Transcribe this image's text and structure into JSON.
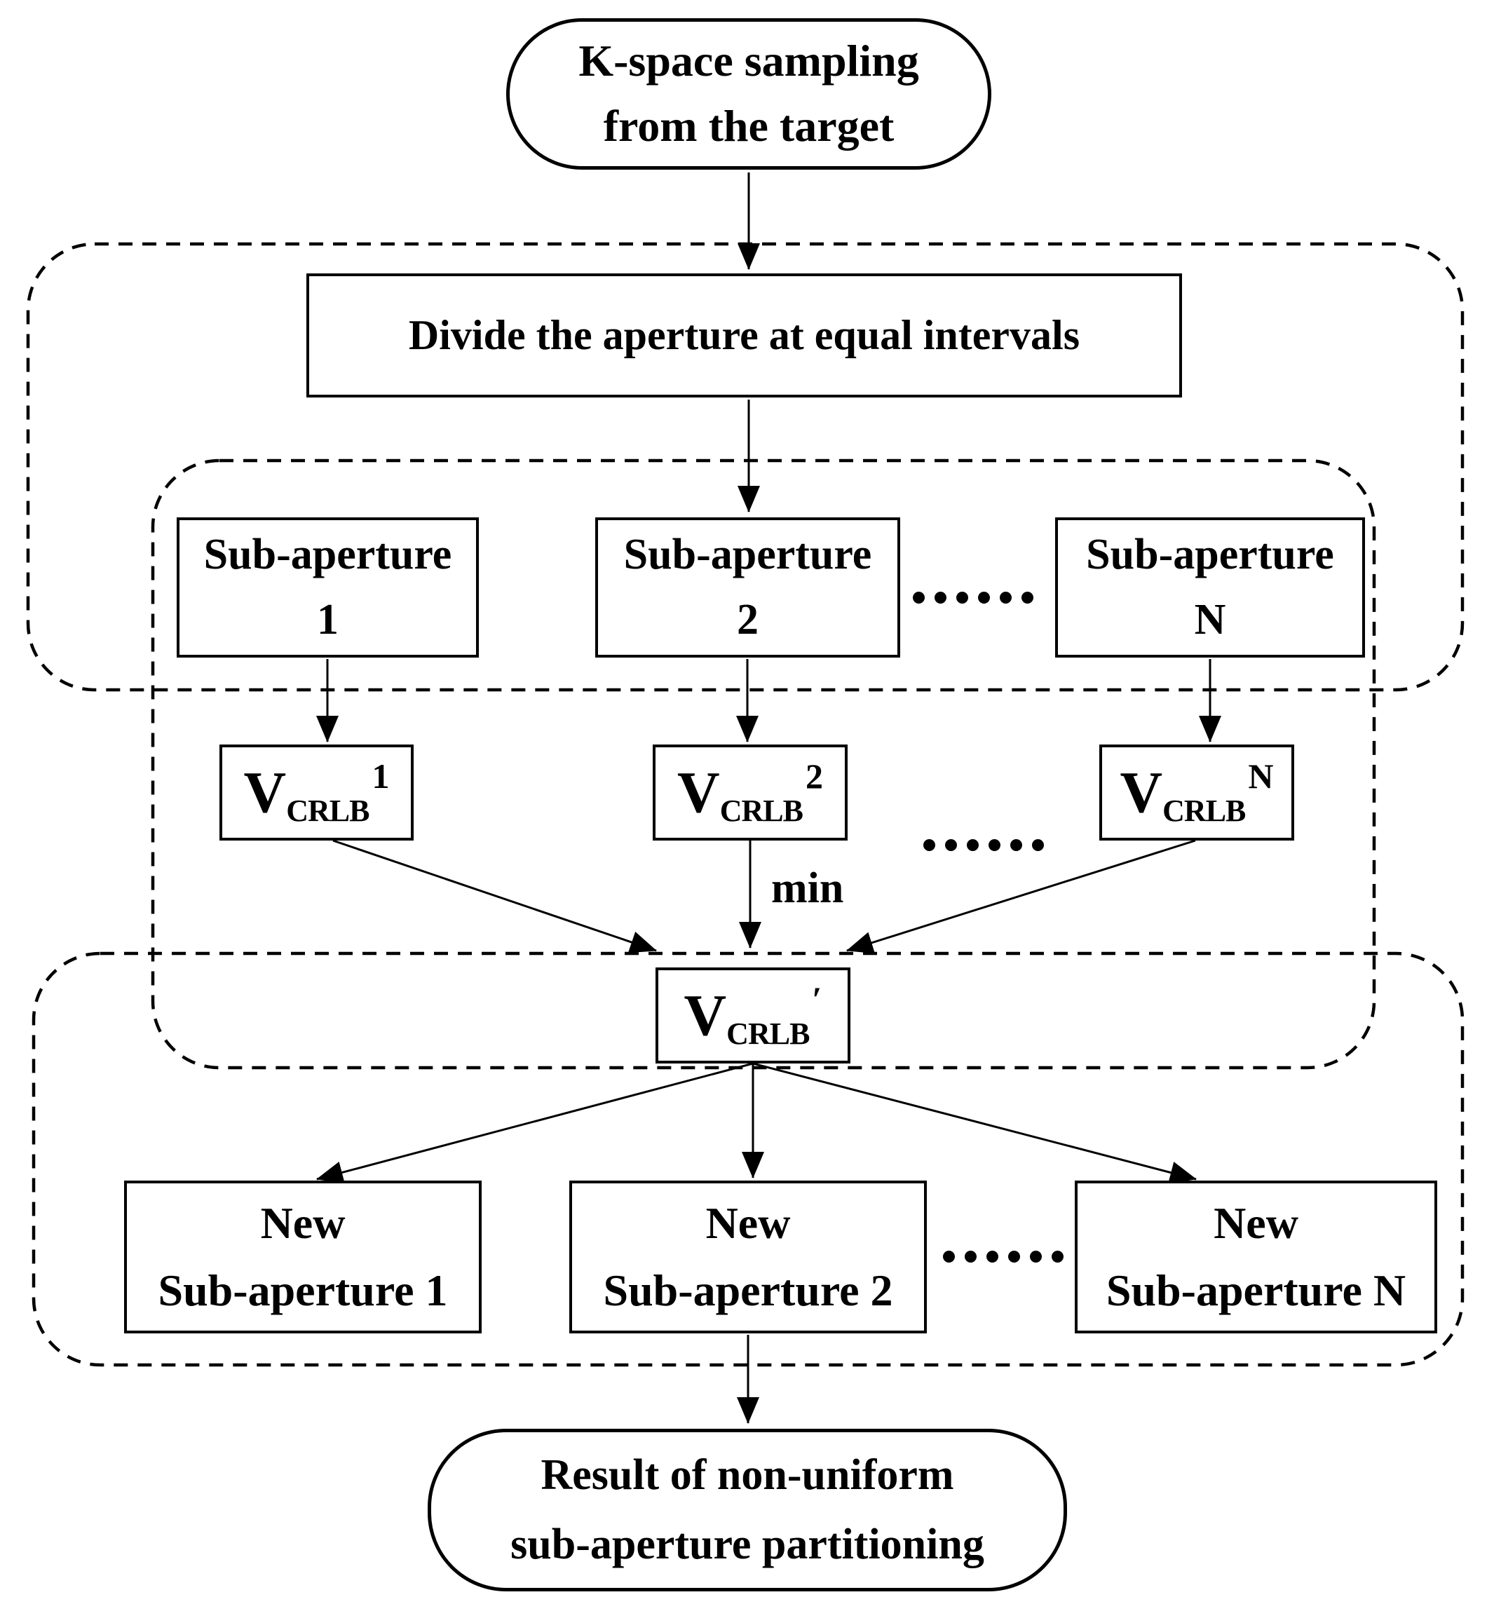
{
  "figure": {
    "background": "#ffffff",
    "ink": "#000000",
    "ellipsis": "......",
    "nodes": {
      "start": {
        "line1": "K-space sampling",
        "line2": "from the target"
      },
      "divide": {
        "label": "Divide the aperture at equal intervals"
      },
      "sub_apertures": [
        {
          "line1": "Sub-aperture",
          "line2": "1"
        },
        {
          "line1": "Sub-aperture",
          "line2": "2"
        },
        {
          "line1": "Sub-aperture",
          "line2": "N"
        }
      ],
      "vcrlb": [
        {
          "base": "V",
          "sub": "CRLB",
          "sup": "1"
        },
        {
          "base": "V",
          "sub": "CRLB",
          "sup": "2"
        },
        {
          "base": "V",
          "sub": "CRLB",
          "sup": "N"
        }
      ],
      "min_label": "min",
      "vcrlb_min": {
        "base": "V",
        "sub": "CRLB",
        "sup": "′"
      },
      "new_sub_apertures": [
        {
          "line1": "New",
          "line2": "Sub-aperture 1"
        },
        {
          "line1": "New",
          "line2": "Sub-aperture 2"
        },
        {
          "line1": "New",
          "line2": "Sub-aperture N"
        }
      ],
      "result": {
        "line1": "Result of non-uniform",
        "line2": "sub-aperture partitioning"
      }
    }
  }
}
